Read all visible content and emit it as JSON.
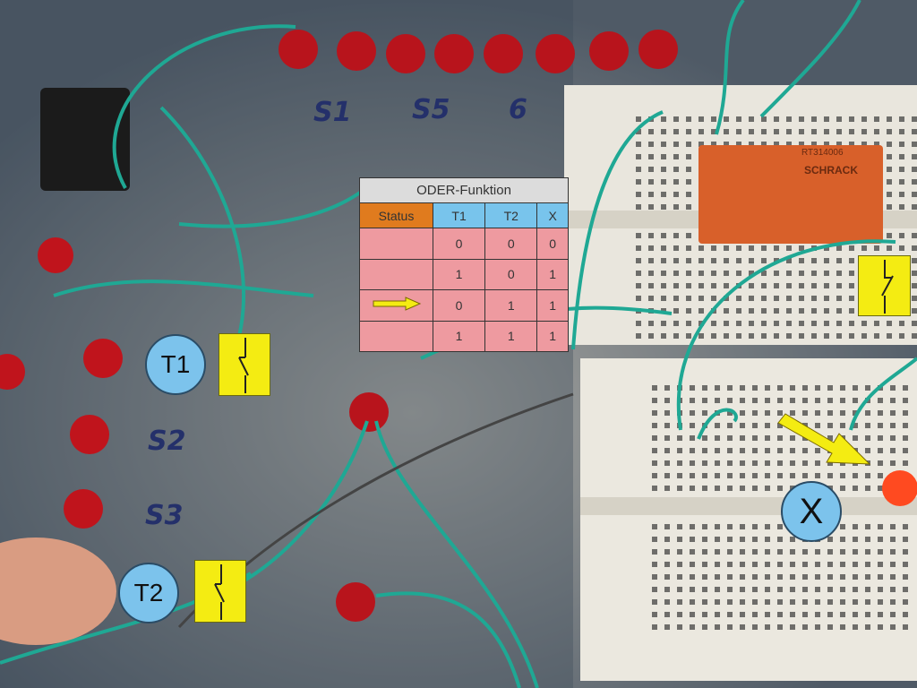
{
  "table": {
    "title": "ODER-Funktion",
    "headers": [
      "Status",
      "T1",
      "T2",
      "X"
    ],
    "rows": [
      {
        "status": "",
        "t1": "0",
        "t2": "0",
        "x": "0"
      },
      {
        "status": "",
        "t1": "1",
        "t2": "0",
        "x": "1"
      },
      {
        "status": "arrow",
        "t1": "0",
        "t2": "1",
        "x": "1"
      },
      {
        "status": "",
        "t1": "1",
        "t2": "1",
        "x": "1"
      }
    ],
    "active_row": 2
  },
  "labels": {
    "t1": "T1",
    "t2": "T2",
    "x": "X"
  },
  "board_marks": {
    "s1": "S1",
    "s5": "S5",
    "six": "6",
    "s2": "S2",
    "s3": "S3"
  },
  "relay": {
    "model": "RT314006",
    "brand": "SCHRACK"
  },
  "colors": {
    "table_header": "#78c4ec",
    "status_header": "#e07b1e",
    "rows": "#ee9aa0",
    "highlight": "#f4ec12",
    "circle": "#7cc3ec"
  }
}
